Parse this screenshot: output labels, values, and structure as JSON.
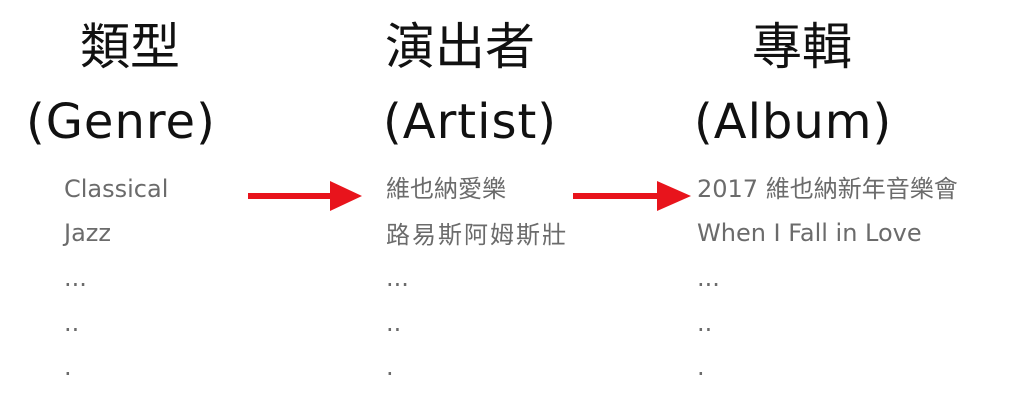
{
  "columns": [
    {
      "title_zh": "類型",
      "title_en": "(Genre)",
      "items": [
        "Classical",
        "Jazz",
        "...",
        "..",
        "."
      ]
    },
    {
      "title_zh": "演出者",
      "title_en": "(Artist)",
      "items": [
        "維也納愛樂",
        "路易斯阿姆斯壯",
        "...",
        "..",
        "."
      ]
    },
    {
      "title_zh": "專輯",
      "title_en": "(Album)",
      "items": [
        "2017 維也納新年音樂會",
        "When I Fall in Love",
        "...",
        "..",
        "."
      ]
    }
  ],
  "colors": {
    "arrow": "#e8141c",
    "item_text": "#6b6b6b",
    "title_text": "#111111"
  }
}
